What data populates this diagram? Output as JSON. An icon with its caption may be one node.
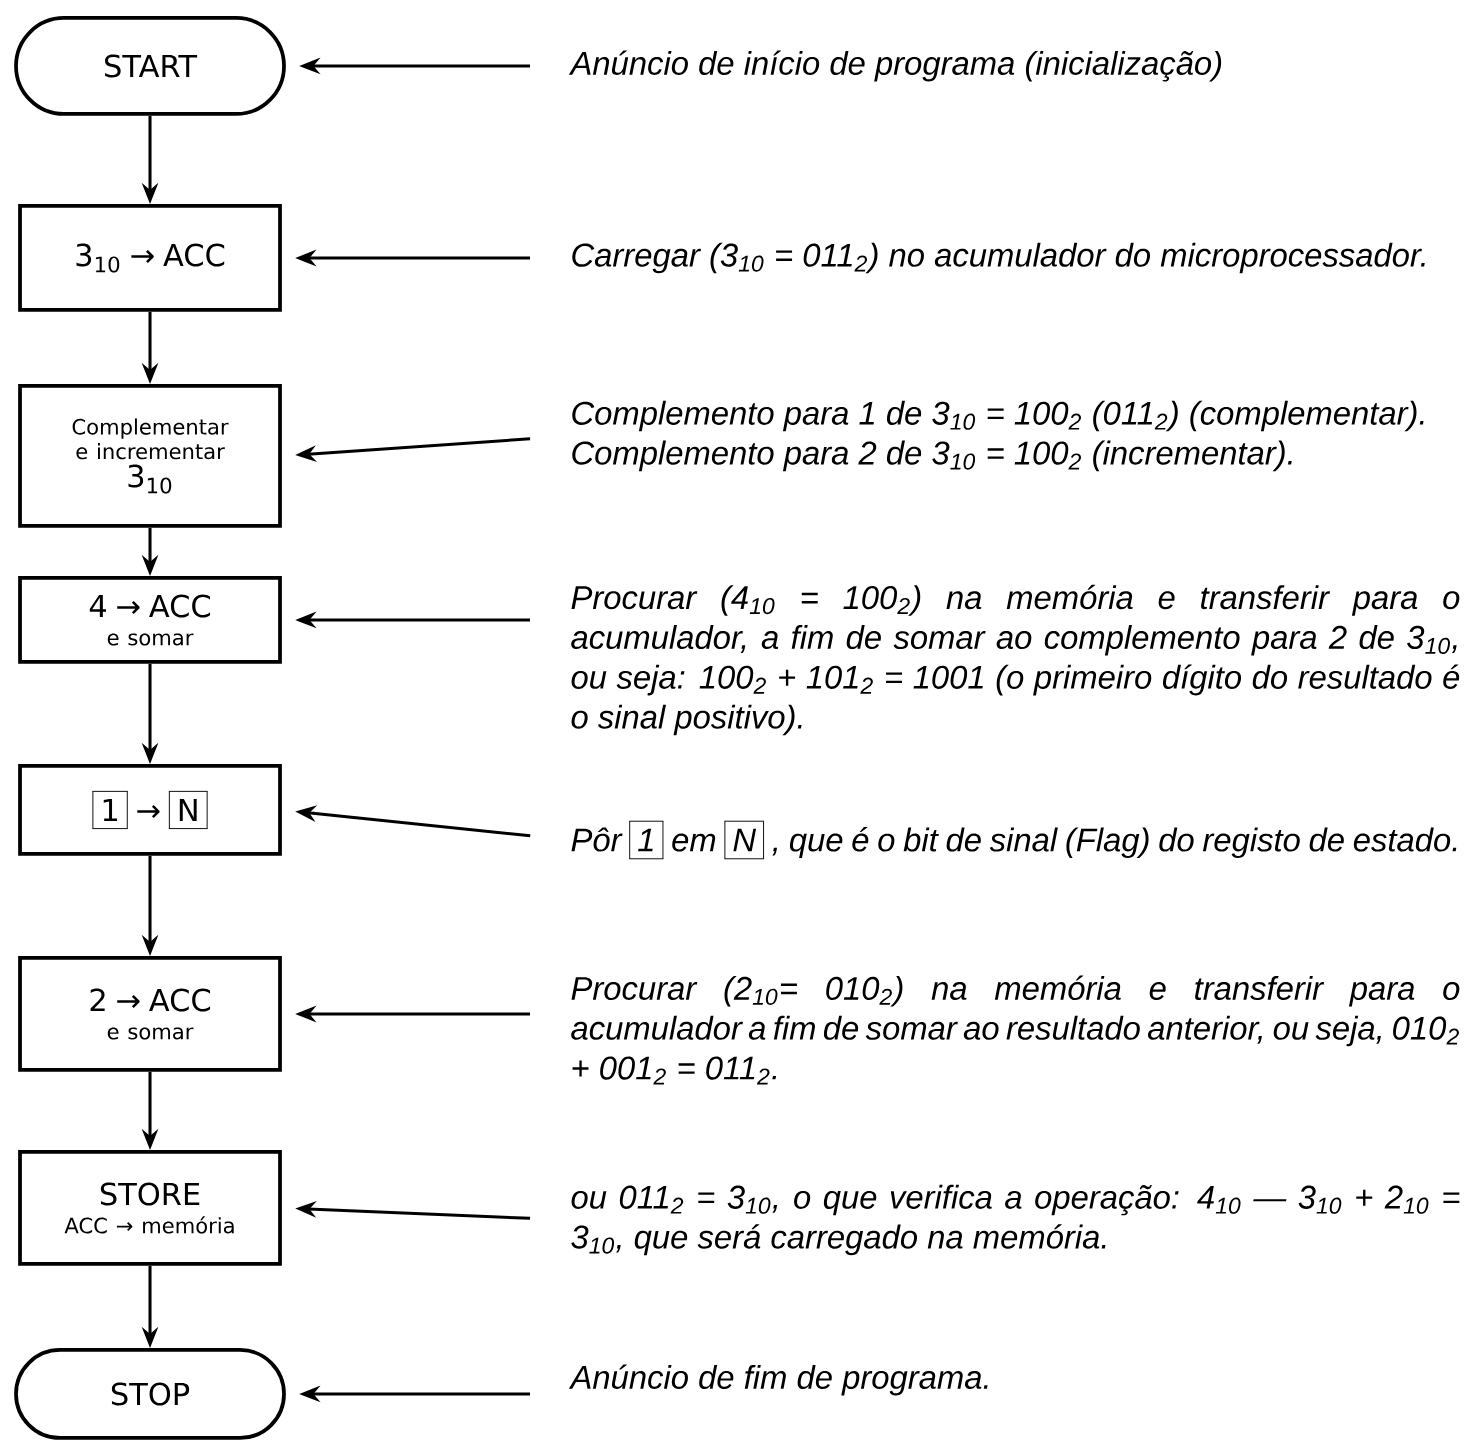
{
  "diagram": {
    "nodes": [
      {
        "text": [
          "START"
        ]
      },
      {
        "text": [
          "3$_{10}$ → ACC"
        ]
      },
      {
        "text": [
          "Complementar e incrementar",
          "3$_{10}$"
        ]
      },
      {
        "text": [
          "4 → ACC",
          "e somar"
        ]
      },
      {
        "text": [
          "1",
          "→",
          "N"
        ]
      },
      {
        "text": [
          "2 → ACC",
          "e somar"
        ]
      },
      {
        "text": [
          "STORE",
          "ACC → memória"
        ]
      },
      {
        "text": [
          "STOP"
        ]
      },
      {
        "text": [
          "Anúncio de início de programa (inicialização)"
        ]
      },
      {
        "text": [
          "Carregar (3$_{10}$ = 011$_{2}$) no acumulador do microprocessador."
        ]
      },
      {
        "text": [
          "Complemento para 1 de 3$_{10}$ = 100$_{2}$ (011$_{2}$) (complementar).",
          "Complemento para 2 de 3$_{10}$ = 100$_{2}$ (incrementar)."
        ]
      },
      {
        "text": [
          "Procurar (4$_{10}$ = 100$_{2}$) na memória e transferir para o acumulador, a fim de somar ao complemento para 2 de 3$_{10}$, ou seja: 100$_{2}$ + 101$_{2}$ = 1001 (o primeiro dígito do resultado é o sinal positivo)."
        ]
      },
      {
        "text": [
          "Pôr",
          "1",
          "em",
          "N",
          ", que é o bit de sinal (Flag) do registo de estado."
        ]
      },
      {
        "text": [
          "Procurar (2$_{10}$= 010$_{2}$) na memória e transferir para o acumulador a fim de somar ao resultado anterior, ou seja, 010$_{2}$ + 001$_{2}$ = 011$_{2}$."
        ]
      },
      {
        "text": [
          "ou 011$_{2}$ = 3$_{10}$, o que verifica a operação: 4$_{10}$ — 3$_{10}$ + 2$_{10}$ = 3$_{10}$, que será carregado na memória."
        ]
      },
      {
        "text": [
          "Anúncio de fim de programa."
        ]
      }
    ],
    "edges": [
      {
        "from": 0,
        "to": 1,
        "arrow": "to"
      },
      {
        "from": 1,
        "to": 2,
        "arrow": "to"
      },
      {
        "from": 2,
        "to": 3,
        "arrow": "to"
      },
      {
        "from": 3,
        "to": 4,
        "arrow": "to"
      },
      {
        "from": 4,
        "to": 5,
        "arrow": "to"
      },
      {
        "from": 5,
        "to": 6,
        "arrow": "to"
      },
      {
        "from": 6,
        "to": 7,
        "arrow": "to"
      },
      {
        "from": 8,
        "to": 0,
        "arrow": "to"
      },
      {
        "from": 9,
        "to": 1,
        "arrow": "to"
      },
      {
        "from": 10,
        "to": 2,
        "arrow": "to"
      },
      {
        "from": 11,
        "to": 3,
        "arrow": "to"
      },
      {
        "from": 12,
        "to": 4,
        "arrow": "to"
      },
      {
        "from": 13,
        "to": 5,
        "arrow": "to"
      },
      {
        "from": 14,
        "to": 6,
        "arrow": "to"
      },
      {
        "from": 15,
        "to": 7,
        "arrow": "to"
      }
    ]
  }
}
